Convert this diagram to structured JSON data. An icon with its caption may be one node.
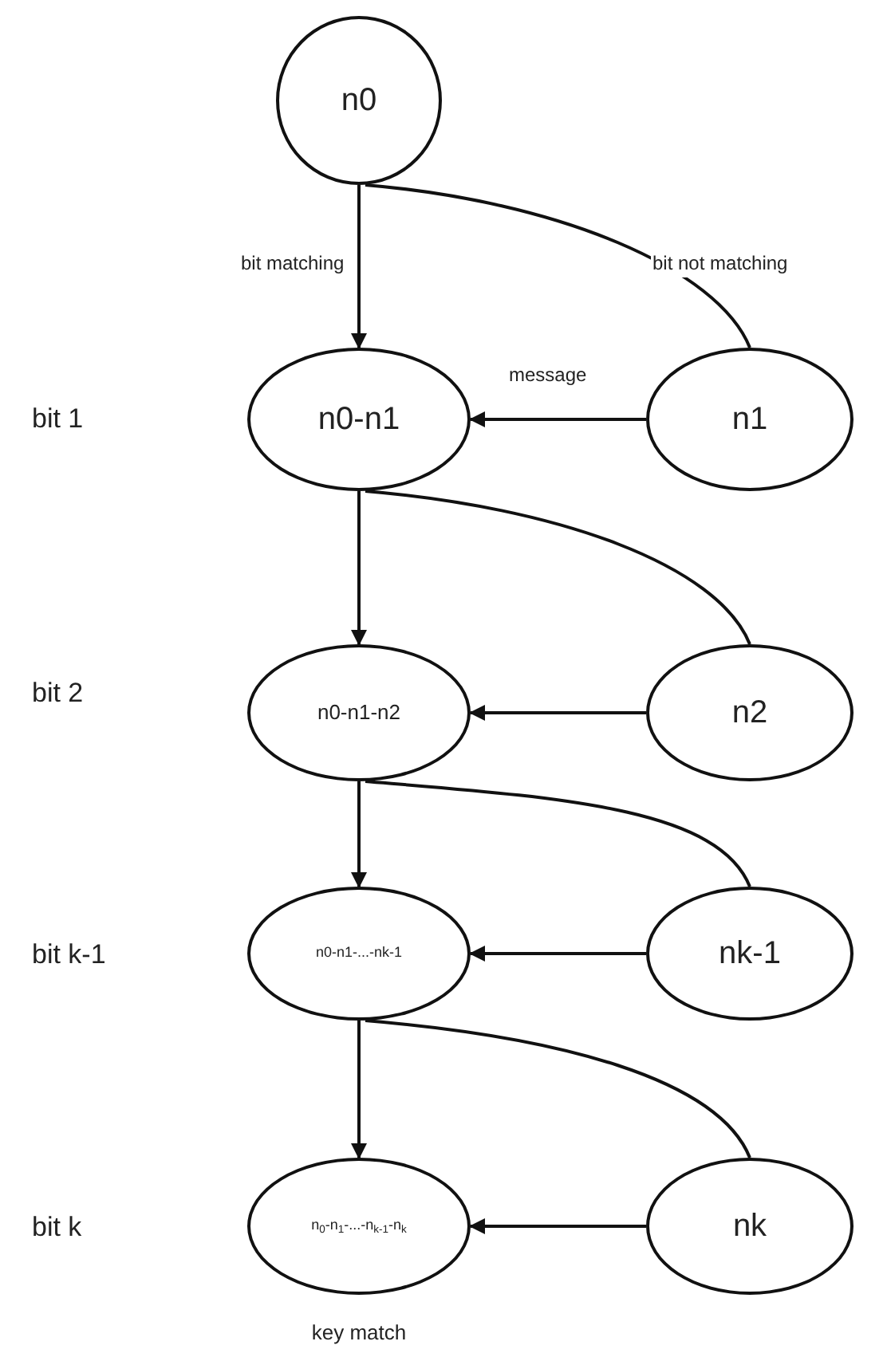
{
  "diagram": {
    "nodes": [
      {
        "text": [
          "n0"
        ]
      },
      {
        "text": [
          "n0-n1"
        ]
      },
      {
        "text": [
          "n1"
        ]
      },
      {
        "text": [
          "n0-n1-n2"
        ]
      },
      {
        "text": [
          "n2"
        ]
      },
      {
        "text": [
          "n0-n1-...-nk-1"
        ]
      },
      {
        "text": [
          "nk-1"
        ]
      },
      {
        "text": [
          "n$_{0}$-n$_{1}$-...-n$_{k-1}$-n$_{k}$"
        ],
        "beside": [
          "key match"
        ]
      },
      {
        "text": [
          "nk"
        ]
      }
    ],
    "edges": [
      {
        "from": 0,
        "to": 1,
        "arrow": "to",
        "label": "bit matching"
      },
      {
        "from": 0,
        "to": 2,
        "arrow": "none",
        "label": "bit not matching"
      },
      {
        "from": 2,
        "to": 1,
        "arrow": "to",
        "label": "message"
      },
      {
        "from": 1,
        "to": 3,
        "arrow": "to"
      },
      {
        "from": 1,
        "to": 4,
        "arrow": "none"
      },
      {
        "from": 4,
        "to": 3,
        "arrow": "to"
      },
      {
        "from": 3,
        "to": 5,
        "arrow": "to"
      },
      {
        "from": 3,
        "to": 6,
        "arrow": "none"
      },
      {
        "from": 6,
        "to": 5,
        "arrow": "to"
      },
      {
        "from": 5,
        "to": 7,
        "arrow": "to"
      },
      {
        "from": 5,
        "to": 8,
        "arrow": "none"
      },
      {
        "from": 8,
        "to": 7,
        "arrow": "to"
      }
    ],
    "labels": [
      "bit 1",
      "bit 2",
      "bit k-1",
      "bit k"
    ]
  }
}
